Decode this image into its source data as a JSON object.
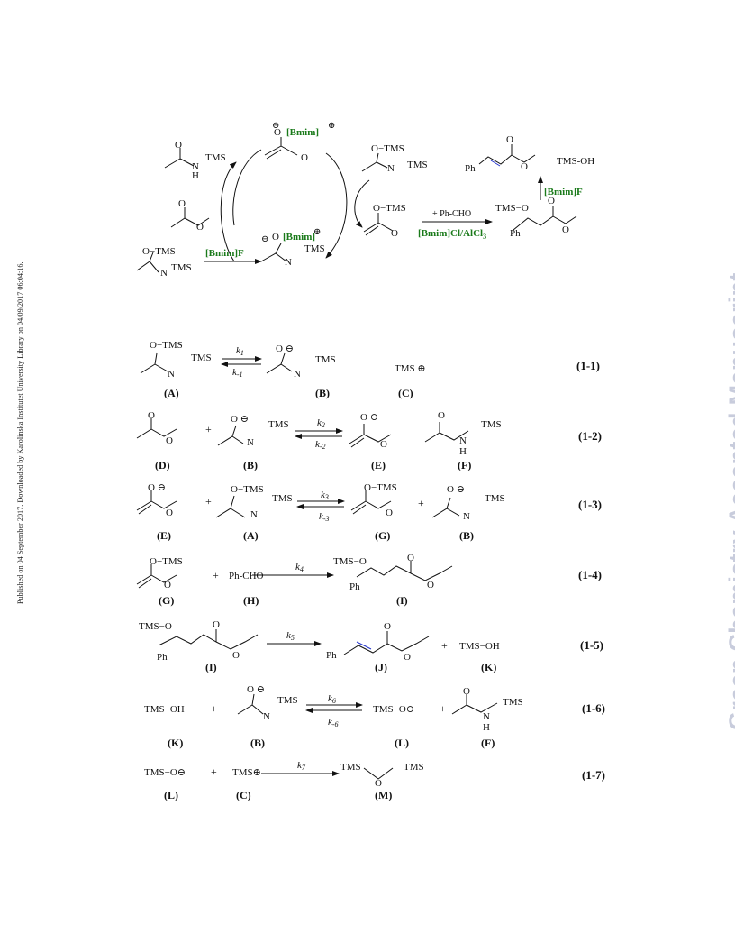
{
  "side_note": "Published on 04 September 2017. Downloaded by Karolinska Institutet University Library on 04/09/2017 06:04:16.",
  "watermark": "Green Chemistry Accepted Manuscript",
  "scheme": {
    "bmim_cation": "[Bmim]",
    "bmim_f": "[Bmim]F",
    "reagent_phcho": "+ Ph-CHO",
    "catalyst": "[Bmim]Cl/AlCl",
    "catalyst_sub": "3",
    "tms_oh": "TMS-OH",
    "tms": "TMS",
    "ph": "Ph",
    "o": "O",
    "n": "N",
    "h": "H"
  },
  "reactions": [
    {
      "id": "(1-1)",
      "forward": "k",
      "forward_sub": "1",
      "reverse": "k",
      "reverse_sub": "-1",
      "species": [
        "(A)",
        "(B)",
        "(C)"
      ]
    },
    {
      "id": "(1-2)",
      "forward": "k",
      "forward_sub": "2",
      "reverse": "k",
      "reverse_sub": "-2",
      "species": [
        "(D)",
        "(B)",
        "(E)",
        "(F)"
      ]
    },
    {
      "id": "(1-3)",
      "forward": "k",
      "forward_sub": "3",
      "reverse": "k",
      "reverse_sub": "-3",
      "species": [
        "(E)",
        "(A)",
        "(G)",
        "(B)"
      ]
    },
    {
      "id": "(1-4)",
      "forward": "k",
      "forward_sub": "4",
      "species": [
        "(G)",
        "(H)",
        "(I)"
      ]
    },
    {
      "id": "(1-5)",
      "forward": "k",
      "forward_sub": "5",
      "species": [
        "(I)",
        "(J)",
        "(K)"
      ]
    },
    {
      "id": "(1-6)",
      "forward": "k",
      "forward_sub": "6",
      "reverse": "k",
      "reverse_sub": "-6",
      "species": [
        "(K)",
        "(B)",
        "(L)",
        "(F)"
      ]
    },
    {
      "id": "(1-7)",
      "forward": "k",
      "forward_sub": "7",
      "species": [
        "(L)",
        "(C)",
        "(M)"
      ]
    }
  ],
  "text": {
    "ph_cho": "Ph-CHO",
    "tms_o": "TMS−O",
    "tms_oh": "TMS−OH",
    "tms_o_minus": "TMS−O",
    "tms_plus": "TMS",
    "plus": "+"
  },
  "colors": {
    "green": "#1a7a1a",
    "blue": "#2233cc",
    "watermark": "#c8ccdc"
  }
}
